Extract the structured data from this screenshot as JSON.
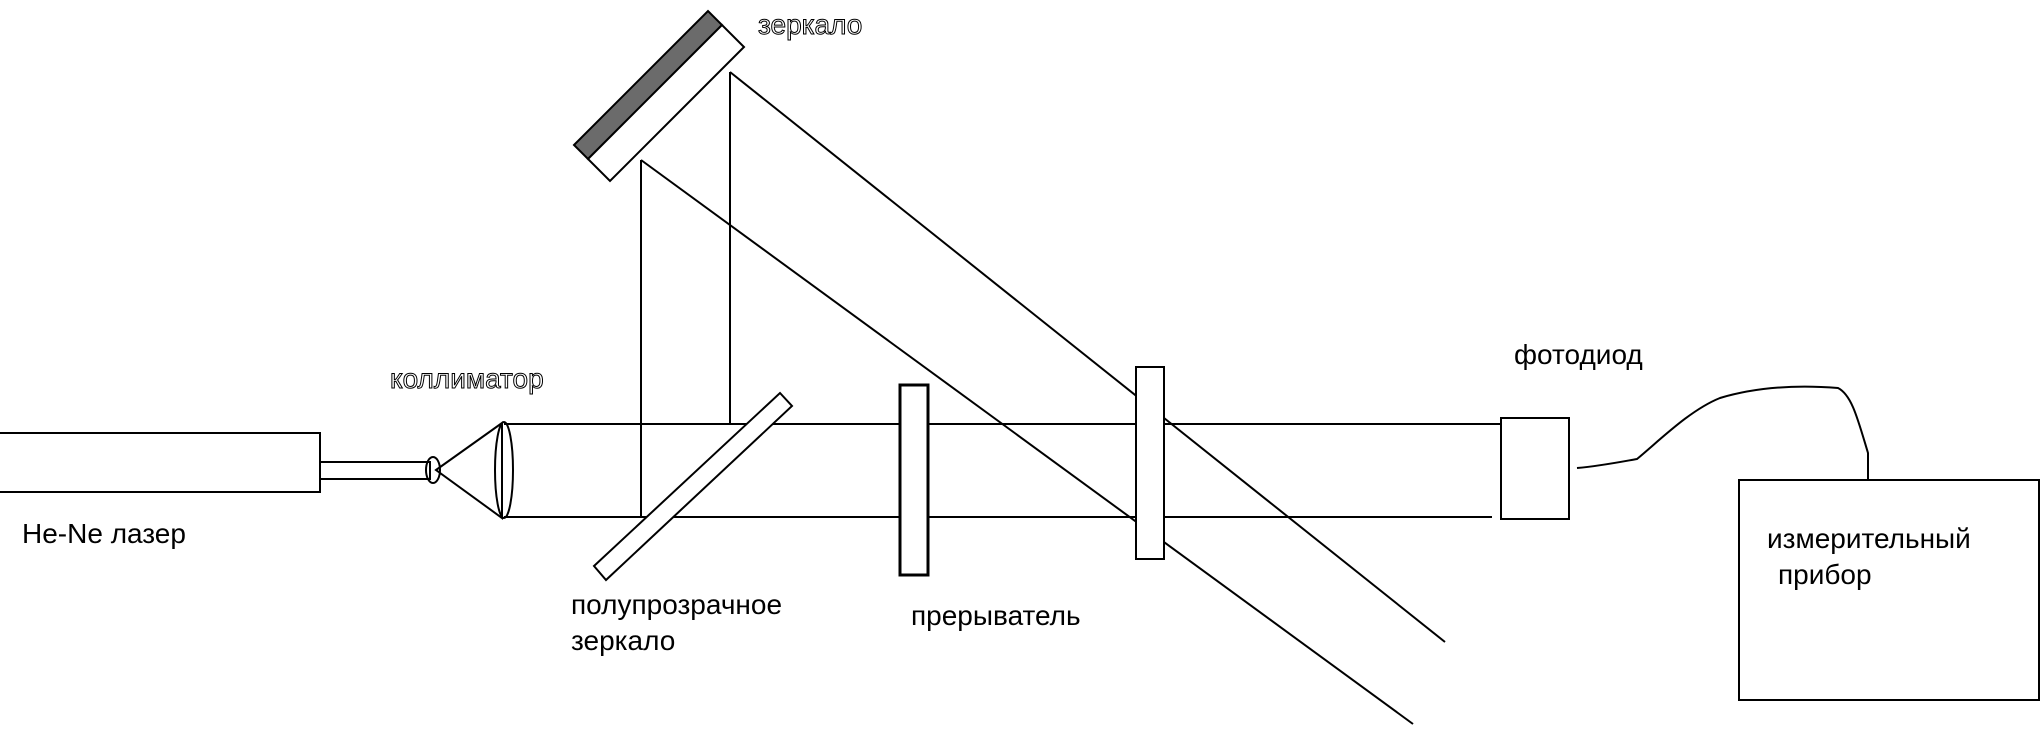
{
  "labels": {
    "laser": "He-Ne лазер",
    "collimator": "коллиматор",
    "mirror": "зеркало",
    "beam_splitter_line1": "полупрозрачное",
    "beam_splitter_line2": "зеркало",
    "chopper": "прерыватель",
    "photodiode": "фотодиод",
    "meter_line1": "измерительный",
    "meter_line2": "прибор"
  },
  "colors": {
    "mirror_coating": "#6b6b6b",
    "line": "#000000",
    "background": "#ffffff"
  }
}
